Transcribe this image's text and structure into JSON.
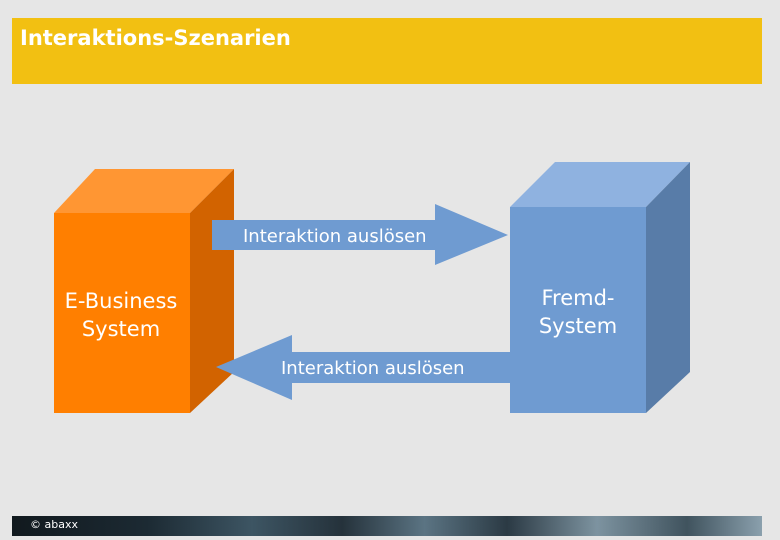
{
  "header": {
    "title": "Interaktions-Szenarien"
  },
  "diagram": {
    "left_box": {
      "label_line1": "E-Business",
      "label_line2": "System",
      "color_front": "#ff7f00",
      "color_top": "#ff9633",
      "color_side": "#d26300"
    },
    "right_box": {
      "label_line1": "Fremd-",
      "label_line2": "System",
      "color_front": "#6f9bd1",
      "color_top": "#8fb2e0",
      "color_side": "#587ca8"
    },
    "arrow_right": {
      "label": "Interaktion auslösen"
    },
    "arrow_left": {
      "label": "Interaktion auslösen"
    },
    "arrow_color": "#6f9bd1"
  },
  "footer": {
    "copyright": "© abaxx"
  }
}
